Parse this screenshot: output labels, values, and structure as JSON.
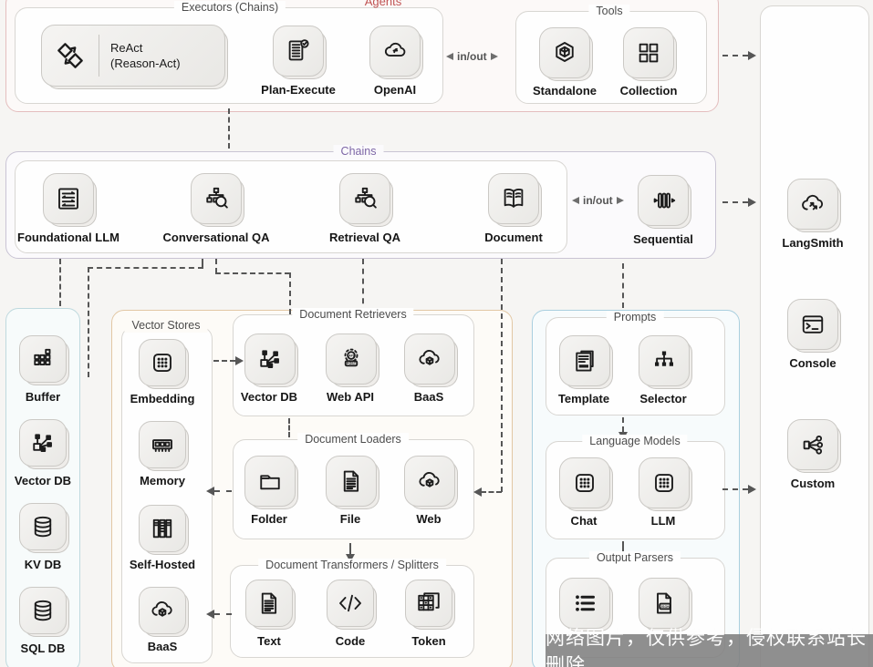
{
  "colors": {
    "agents_accent": "#e4bebe",
    "chains_accent": "#c9c4d4",
    "stores_accent": "#e2c7a4",
    "prompts_accent": "#a9cfdf",
    "memory_accent": "#bfd9de",
    "chains_title": "#7d66a6",
    "agents_title": "#c05252",
    "connector": "#565656",
    "watermark_bg": "#808080"
  },
  "labels": {
    "in_out": "in/out"
  },
  "agents": {
    "title": "Agents",
    "executors": {
      "title": "Executors (Chains)",
      "react": {
        "line1": "ReAct",
        "line2": "(Reason-Act)",
        "icon": "react-icon"
      },
      "items": [
        {
          "label": "Plan-Execute",
          "icon": "plan-execute-icon"
        },
        {
          "label": "OpenAI",
          "icon": "openai-cloud-icon"
        }
      ]
    },
    "tools": {
      "title": "Tools",
      "items": [
        {
          "label": "Standalone",
          "icon": "standalone-cube-icon"
        },
        {
          "label": "Collection",
          "icon": "collection-grid-icon"
        }
      ]
    }
  },
  "chains": {
    "title": "Chains",
    "items": [
      {
        "label": "Foundational LLM",
        "icon": "document-arrows-icon"
      },
      {
        "label": "Conversational QA",
        "icon": "tree-search-icon"
      },
      {
        "label": "Retrieval QA",
        "icon": "tree-search-icon"
      },
      {
        "label": "Document",
        "icon": "open-book-icon"
      }
    ],
    "sequential": {
      "label": "Sequential",
      "icon": "sequential-bars-icon"
    }
  },
  "memory_column": {
    "items": [
      {
        "label": "Buffer",
        "icon": "buffer-grid-icon"
      },
      {
        "label": "Vector DB",
        "icon": "vector-graph-icon"
      },
      {
        "label": "KV DB",
        "icon": "database-icon"
      },
      {
        "label": "SQL DB",
        "icon": "database-icon"
      }
    ]
  },
  "stores": {
    "vector_stores": {
      "title": "Vector Stores",
      "items": [
        {
          "label": "Embedding",
          "icon": "dot-matrix-icon"
        },
        {
          "label": "Memory",
          "icon": "ram-chip-icon"
        },
        {
          "label": "Self-Hosted",
          "icon": "server-racks-icon"
        },
        {
          "label": "BaaS",
          "icon": "cloud-cube-icon"
        }
      ]
    },
    "document_retrievers": {
      "title": "Document Retrievers",
      "items": [
        {
          "label": "Vector DB",
          "icon": "vector-graph-icon"
        },
        {
          "label": "Web API",
          "icon": "gear-api-icon"
        },
        {
          "label": "BaaS",
          "icon": "cloud-cube-icon"
        }
      ]
    },
    "document_loaders": {
      "title": "Document Loaders",
      "items": [
        {
          "label": "Folder",
          "icon": "folder-icon"
        },
        {
          "label": "File",
          "icon": "file-doc-icon"
        },
        {
          "label": "Web",
          "icon": "cloud-cube-icon"
        }
      ]
    },
    "document_transformers": {
      "title": "Document Transformers / Splitters",
      "items": [
        {
          "label": "Text",
          "icon": "file-doc-icon"
        },
        {
          "label": "Code",
          "icon": "code-icon"
        },
        {
          "label": "Token",
          "icon": "token-grid-icon"
        }
      ]
    }
  },
  "prompts": {
    "prompts": {
      "title": "Prompts",
      "items": [
        {
          "label": "Template",
          "icon": "template-doc-icon"
        },
        {
          "label": "Selector",
          "icon": "selector-tree-icon"
        }
      ]
    },
    "language_models": {
      "title": "Language Models",
      "items": [
        {
          "label": "Chat",
          "icon": "dot-matrix-icon"
        },
        {
          "label": "LLM",
          "icon": "dot-matrix-icon"
        }
      ]
    },
    "output_parsers": {
      "title": "Output Parsers",
      "items": [
        {
          "icon": "list-bullets-icon"
        },
        {
          "icon": "json-file-icon"
        }
      ]
    }
  },
  "callbacks": {
    "items": [
      {
        "label": "LangSmith",
        "icon": "cloud-sync-icon"
      },
      {
        "label": "Console",
        "icon": "terminal-icon"
      },
      {
        "label": "Custom",
        "icon": "share-nodes-icon"
      }
    ]
  },
  "watermark": {
    "text": "网络图片，仅供参考，侵权联系站长删除"
  }
}
